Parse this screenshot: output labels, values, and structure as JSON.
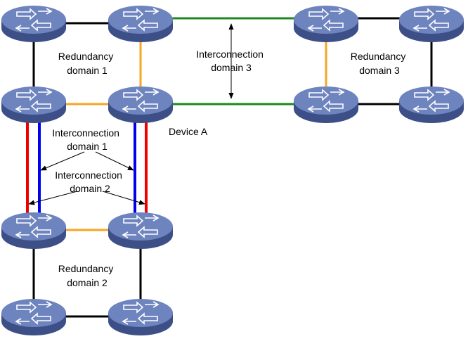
{
  "labels": {
    "redundancy_domain_1": [
      "Redundancy",
      "domain 1"
    ],
    "redundancy_domain_2": [
      "Redundancy",
      "domain 2"
    ],
    "redundancy_domain_3": [
      "Redundancy",
      "domain 3"
    ],
    "interconnection_domain_1": [
      "Interconnection",
      "domain 1"
    ],
    "interconnection_domain_2": [
      "Interconnection",
      "domain 2"
    ],
    "interconnection_domain_3": [
      "Interconnection",
      "domain 3"
    ],
    "device_a": "Device A"
  },
  "colors": {
    "ring_link": "#000000",
    "transfer_link": "#f5a623",
    "interconnect_3_link": "#1a8a1a",
    "interconnect_1_link": "#0000ee",
    "interconnect_2_link": "#ee0000",
    "switch_top": "#6e84bf",
    "switch_side": "#3d4f87",
    "switch_symbol": "#ffffff"
  },
  "devices": [
    {
      "id": "s1",
      "icon": "switch-icon"
    },
    {
      "id": "s2",
      "icon": "switch-icon"
    },
    {
      "id": "s3",
      "icon": "switch-icon"
    },
    {
      "id": "s4",
      "icon": "switch-icon"
    },
    {
      "id": "s5",
      "icon": "switch-icon"
    },
    {
      "id": "s6",
      "icon": "switch-icon",
      "is_device_a": true
    },
    {
      "id": "s7",
      "icon": "switch-icon"
    },
    {
      "id": "s8",
      "icon": "switch-icon"
    },
    {
      "id": "s9",
      "icon": "switch-icon"
    },
    {
      "id": "s10",
      "icon": "switch-icon"
    },
    {
      "id": "s11",
      "icon": "switch-icon"
    },
    {
      "id": "s12",
      "icon": "switch-icon"
    }
  ]
}
